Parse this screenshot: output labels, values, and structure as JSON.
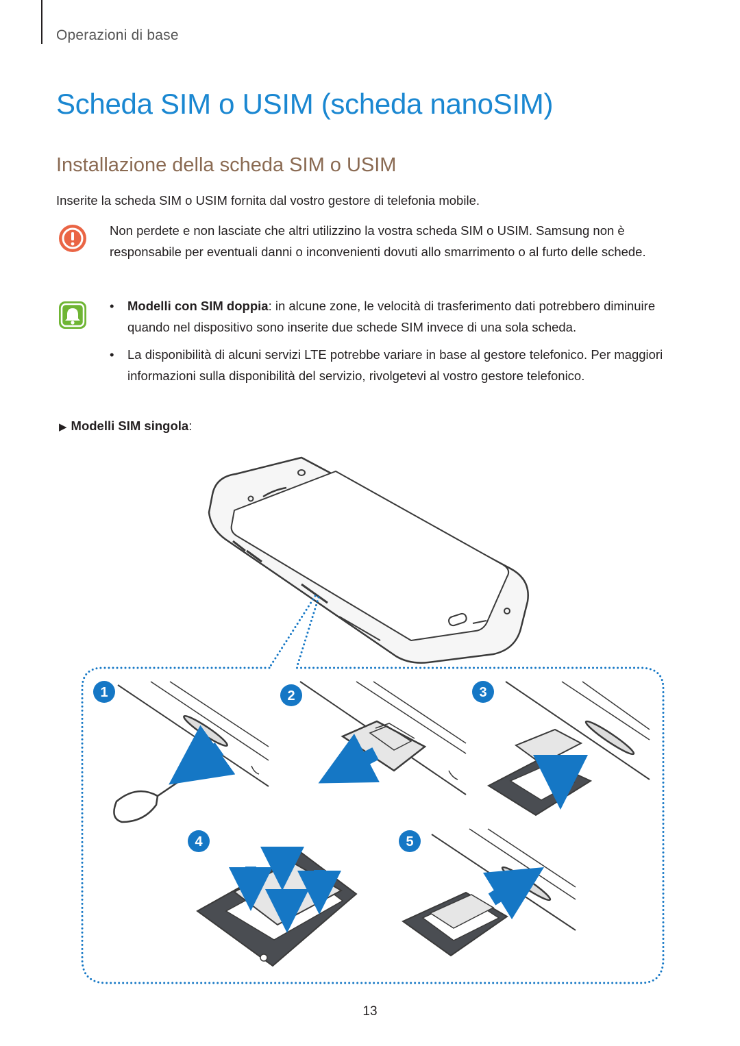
{
  "header": {
    "section": "Operazioni di base"
  },
  "title": "Scheda SIM o USIM (scheda nanoSIM)",
  "subtitle": "Installazione della scheda SIM o USIM",
  "intro": "Inserite la scheda SIM o USIM fornita dal vostro gestore di telefonia mobile.",
  "caution": {
    "icon": "caution-icon",
    "text": "Non perdete e non lasciate che altri utilizzino la vostra scheda SIM o USIM. Samsung non è responsabile per eventuali danni o inconvenienti dovuti allo smarrimento o al furto delle schede."
  },
  "note": {
    "icon": "bell-icon",
    "bullets": [
      {
        "bold": "Modelli con SIM doppia",
        "text": ": in alcune zone, le velocità di trasferimento dati potrebbero diminuire quando nel dispositivo sono inserite due schede SIM invece di una sola scheda."
      },
      {
        "bold": "",
        "text": "La disponibilità di alcuni servizi LTE potrebbe variare in base al gestore telefonico. Per maggiori informazioni sulla disponibilità del servizio, rivolgetevi al vostro gestore telefonico."
      }
    ]
  },
  "models": {
    "bold": "Modelli SIM singola",
    "suffix": ":"
  },
  "steps": [
    "1",
    "2",
    "3",
    "4",
    "5"
  ],
  "colors": {
    "title": "#1a87d1",
    "subtitle": "#8a6a52",
    "caution": "#ea6545",
    "note": "#6fb534",
    "step": "#1577c5",
    "arrow": "#1577c5"
  },
  "page_number": "13"
}
